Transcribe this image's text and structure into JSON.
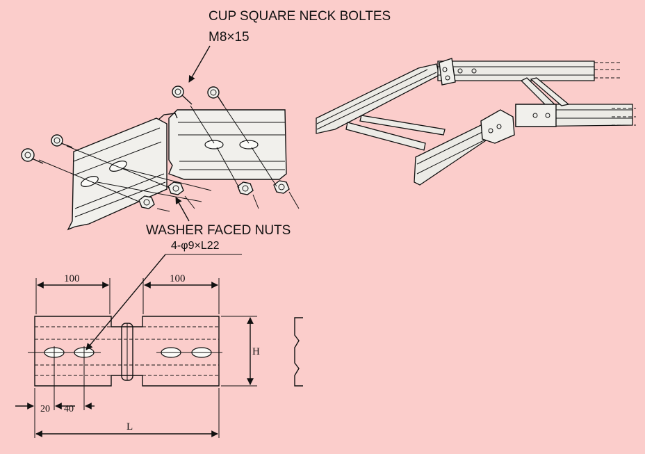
{
  "labels": {
    "bolt_title": "CUP SQUARE NECK BOLTES",
    "bolt_size": "M8×15",
    "nut_title": "WASHER FACED NUTS",
    "hole_spec": "4-φ9×L22"
  },
  "dimensions": {
    "left_width": "100",
    "right_width": "100",
    "height": "H",
    "offset_first": "20",
    "hole_spacing": "40",
    "length": "L"
  },
  "colors": {
    "background": "#fbcdcb",
    "line": "#111111",
    "part_fill": "#f1f0ec"
  },
  "icons": [
    "bolt-icon",
    "nut-icon",
    "slot-icon",
    "arrow-icon"
  ]
}
